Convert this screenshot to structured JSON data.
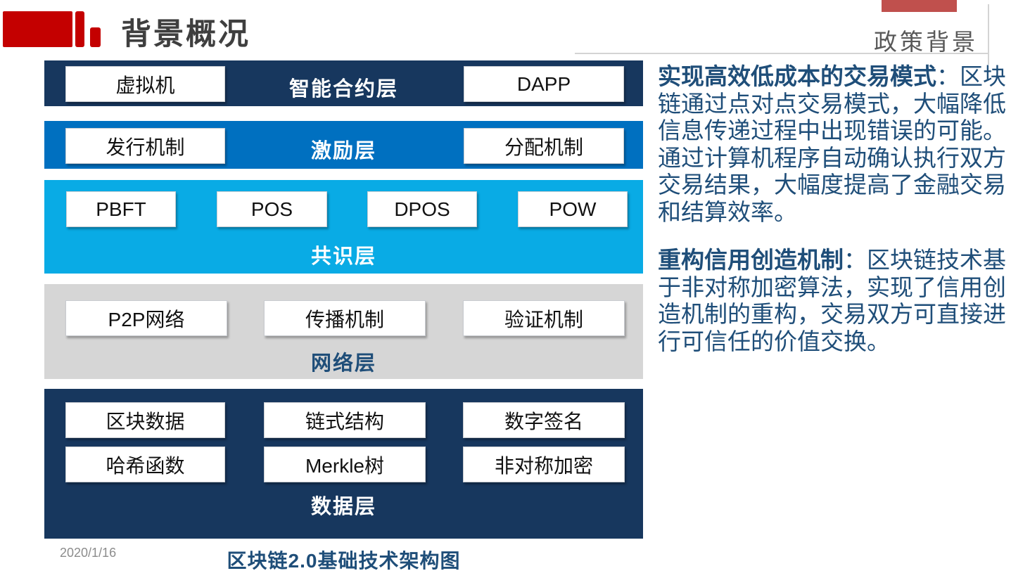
{
  "slide": {
    "title": "背景概况",
    "corner_label": "政策背景",
    "date": "2020/1/16"
  },
  "diagram": {
    "caption": "区块链2.0基础技术架构图",
    "layers": [
      {
        "label": "智能合约层",
        "color": "#17375E",
        "boxes": [
          "虚拟机",
          "DAPP"
        ]
      },
      {
        "label": "激励层",
        "color": "#0070C0",
        "boxes": [
          "发行机制",
          "分配机制"
        ]
      },
      {
        "label": "共识层",
        "color": "#09ABE5",
        "boxes": [
          "PBFT",
          "POS",
          "DPOS",
          "POW"
        ]
      },
      {
        "label": "网络层",
        "color": "#D6D6D6",
        "boxes": [
          "P2P网络",
          "传播机制",
          "验证机制"
        ]
      },
      {
        "label": "数据层",
        "color": "#17375E",
        "boxes": [
          "区块数据",
          "链式结构",
          "数字签名",
          "哈希函数",
          "Merkle树",
          "非对称加密"
        ]
      }
    ]
  },
  "notes": [
    {
      "lead": "实现高效低成本的交易模式",
      "body": "：区块链通过点对点交易模式，大幅降低信息传递过程中出现错误的可能。通过计算机程序自动确认执行双方交易结果，大幅度提高了金融交易和结算效率。"
    },
    {
      "lead": "重构信用创造机制",
      "body": "：区块链技术基于非对称加密算法，实现了信用创造机制的重构，交易双方可直接进行可信任的价值交换。"
    }
  ],
  "colors": {
    "accent_red": "#C40000",
    "corner_red": "#C0504D",
    "navy": "#17375E",
    "blue": "#0070C0",
    "cyan": "#09ABE5",
    "gray_band": "#D6D6D6",
    "text_blue": "#1F4E79",
    "title_gray": "#3F3F3F"
  }
}
